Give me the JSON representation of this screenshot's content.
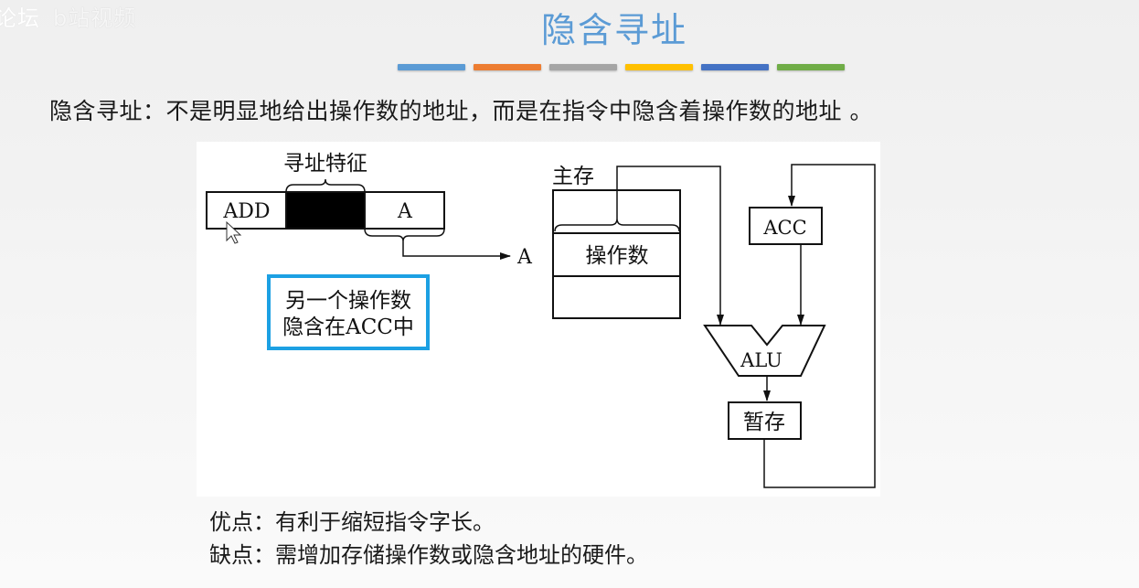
{
  "watermark": {
    "site": "论坛",
    "brand": "b站视频"
  },
  "slide": {
    "title": "隐含寻址",
    "title_color": "#5b9bd5",
    "divider_colors": [
      "#5b9bd5",
      "#ed7d31",
      "#a5a5a5",
      "#ffc000",
      "#4472c4",
      "#70ad47"
    ],
    "definition": "隐含寻址：不是明显地给出操作数的地址，而是在指令中隐含着操作数的地址 。"
  },
  "diagram": {
    "instruction_label": "寻址特征",
    "opcode": "ADD",
    "address_field": "A",
    "arrow_target": "A",
    "callout_color": "#1ca0e3",
    "callout_lines": [
      "另一个操作数",
      "隐含在ACC中"
    ],
    "memory_label": "主存",
    "memory_cell": "操作数",
    "acc_label": "ACC",
    "alu_label": "ALU",
    "temp_label": "暂存"
  },
  "notes": {
    "pros": "优点：有利于缩短指令字长。",
    "cons": "缺点：需增加存储操作数或隐含地址的硬件。"
  }
}
